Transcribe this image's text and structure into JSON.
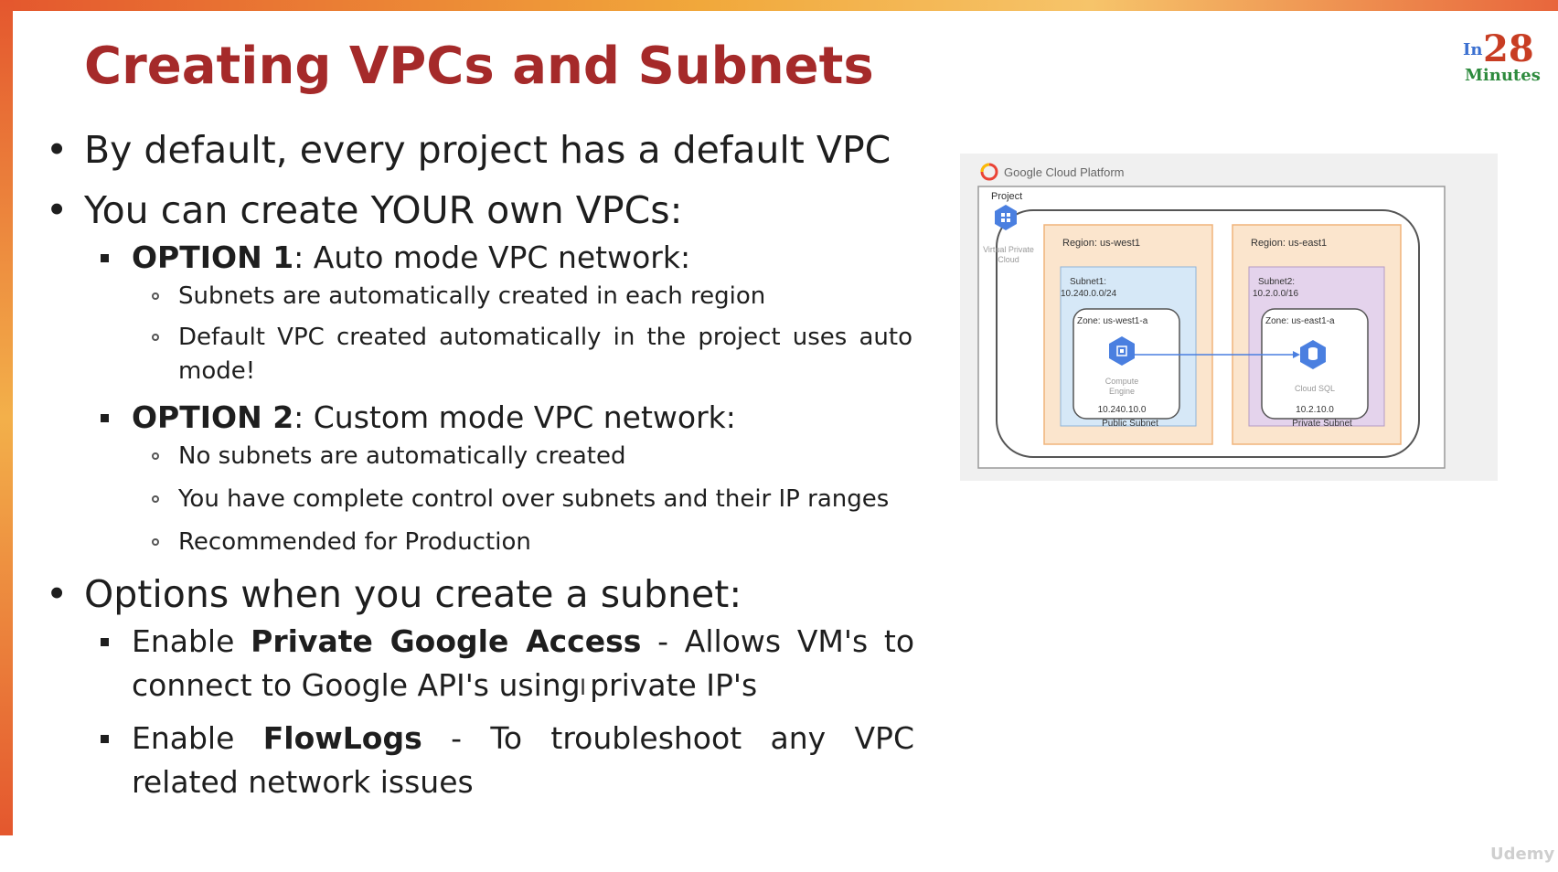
{
  "slide": {
    "title": "Creating VPCs and Subnets",
    "logo": {
      "in": "In",
      "number": "28",
      "minutes": "Minutes"
    },
    "bullets": [
      {
        "text": "By default, every project has a default VPC"
      },
      {
        "text": "You can create YOUR own VPCs:",
        "sub": [
          {
            "bold": "OPTION 1",
            "text": ": Auto mode VPC network:",
            "items": [
              "Subnets are automatically created in each region",
              "Default VPC created automatically in the project uses auto mode!"
            ]
          },
          {
            "bold": "OPTION 2",
            "text": ": Custom mode VPC network:",
            "items": [
              "No subnets are automatically created",
              "You have complete control over subnets and their IP ranges",
              "Recommended for Production"
            ]
          }
        ]
      },
      {
        "text": "Options when you create a subnet:",
        "sub": [
          {
            "pre": "Enable ",
            "bold": "Private Google Access",
            "text": " - Allows VM's to connect to Google API's using private IP's"
          },
          {
            "pre": "Enable ",
            "bold": "FlowLogs",
            "text": " - To troubleshoot any VPC related network issues"
          }
        ]
      }
    ],
    "watermark": "Udemy"
  },
  "diagram": {
    "header": "Google Cloud Platform",
    "project_label": "Project",
    "vpc_label": "Virtual Private Cloud",
    "regions": [
      {
        "label": "Region: us-west1",
        "subnet_name": "Subnet1:",
        "subnet_cidr": "10.240.0.0/24",
        "zone": "Zone: us-west1-a",
        "service": "Compute Engine",
        "ip": "10.240.10.0",
        "footer": "Public Subnet"
      },
      {
        "label": "Region: us-east1",
        "subnet_name": "Subnet2:",
        "subnet_cidr": "10.2.0.0/16",
        "zone": "Zone: us-east1-a",
        "service": "Cloud SQL",
        "ip": "10.2.10.0",
        "footer": "Private Subnet"
      }
    ],
    "colors": {
      "region_fill": "#fbe5cd",
      "region_stroke": "#f0b37a",
      "subnet1_fill": "#d6e8f7",
      "subnet2_fill": "#e4d3ec",
      "node": "#4a7fe0"
    }
  },
  "theme": {
    "title_color": "#a52a2a",
    "accent_orange": "#e4572e"
  }
}
